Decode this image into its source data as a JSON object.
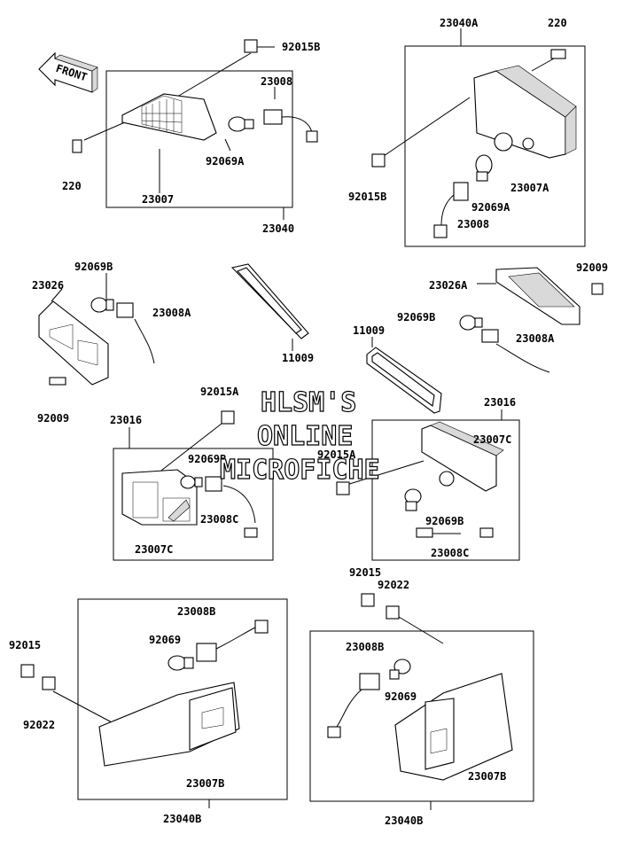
{
  "front_arrow": {
    "label": "FRONT"
  },
  "watermark": {
    "line1": "HLSM'S",
    "line2": "ONLINE",
    "line3": "MICROFICHE"
  },
  "labels": {
    "p92015B_top": "92015B",
    "p23008_top": "23008",
    "p92069A_left": "92069A",
    "p220_left": "220",
    "p23007": "23007",
    "p23040": "23040",
    "p23040A": "23040A",
    "p220_right": "220",
    "p92015B_right": "92015B",
    "p23007A": "23007A",
    "p92069A_right": "92069A",
    "p23008_right": "23008",
    "p92069B_left": "92069B",
    "p23026": "23026",
    "p23008A_left": "23008A",
    "p92009_left": "92009",
    "p11009_left": "11009",
    "p92009_right": "92009",
    "p23026A": "23026A",
    "p92069B_right": "92069B",
    "p23008A_right": "23008A",
    "p11009_right": "11009",
    "p92015A_left": "92015A",
    "p23016_left": "23016",
    "p92069B_mid_left": "92069B",
    "p23008C_left": "23008C",
    "p23007C_left": "23007C",
    "p23016_right": "23016",
    "p23007C_right": "23007C",
    "p92015A_right": "92015A",
    "p92069B_mid_right": "92069B",
    "p23008C_right": "23008C",
    "p92015_right": "92015",
    "p92022_right": "92022",
    "p23008B_left": "23008B",
    "p92069_left": "92069",
    "p92015_left": "92015",
    "p92022_left": "92022",
    "p23007B_left": "23007B",
    "p23040B_left": "23040B",
    "p23008B_right": "23008B",
    "p92069_right": "92069",
    "p23007B_right": "23007B",
    "p23040B_right": "23040B"
  }
}
